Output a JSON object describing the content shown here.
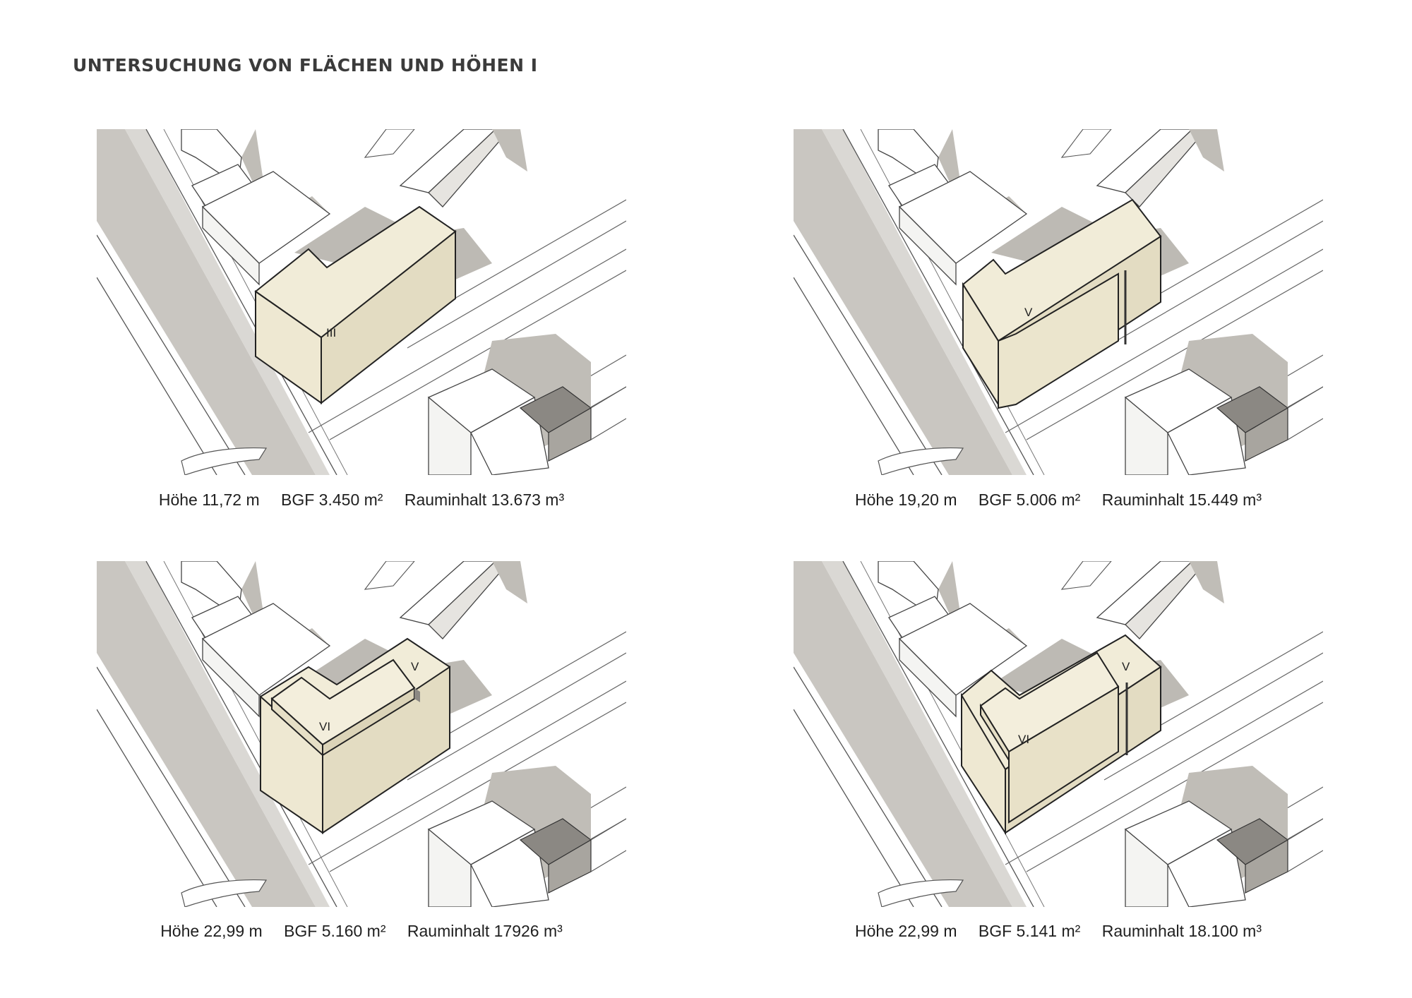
{
  "title": "UNTERSUCHUNG VON FLÄCHEN UND HÖHEN I",
  "colors": {
    "shadow": "#bdbab4",
    "street": "#c9c6c1",
    "massing_light": "#f1ecd8",
    "massing_dark": "#e3dcc2"
  },
  "variants": [
    {
      "id": "v1",
      "floors": [
        "III"
      ],
      "hoehe": "Höhe 11,72 m",
      "bgf": "BGF 3.450 m²",
      "rauminhalt": "Rauminhalt 13.673 m³"
    },
    {
      "id": "v2",
      "floors": [
        "V"
      ],
      "hoehe": "Höhe 19,20 m",
      "bgf": "BGF 5.006 m²",
      "rauminhalt": "Rauminhalt 15.449 m³"
    },
    {
      "id": "v3",
      "floors": [
        "VI",
        "V"
      ],
      "hoehe": "Höhe 22,99 m",
      "bgf": "BGF 5.160 m²",
      "rauminhalt": "Rauminhalt 17926 m³"
    },
    {
      "id": "v4",
      "floors": [
        "VI",
        "V"
      ],
      "hoehe": "Höhe 22,99 m",
      "bgf": "BGF 5.141 m²",
      "rauminhalt": "Rauminhalt 18.100 m³"
    }
  ]
}
